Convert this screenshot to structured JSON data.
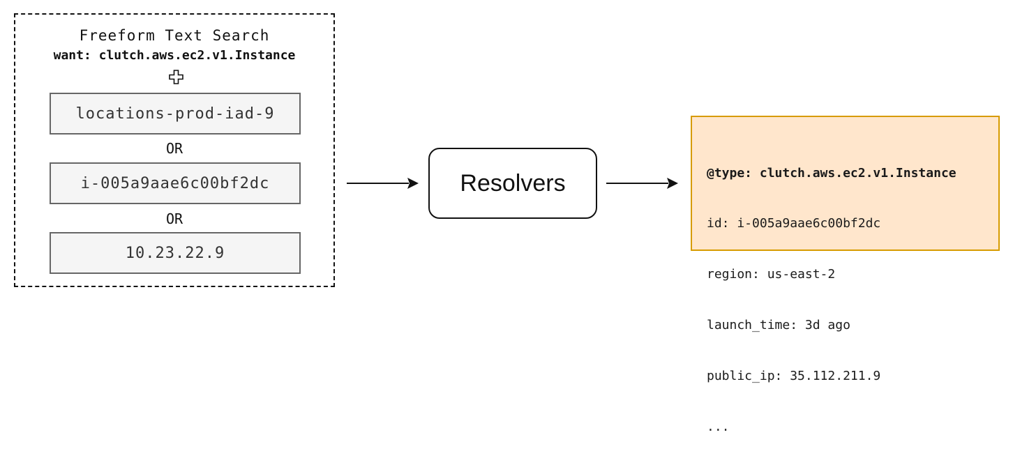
{
  "search_group": {
    "title": "Freeform Text Search",
    "want": "want: clutch.aws.ec2.v1.Instance",
    "queries": [
      "locations-prod-iad-9",
      "i-005a9aae6c00bf2dc",
      "10.23.22.9"
    ],
    "or_labels": [
      "OR",
      "OR"
    ]
  },
  "resolvers": {
    "label": "Resolvers"
  },
  "result": {
    "lines": [
      "@type: clutch.aws.ec2.v1.Instance",
      "id: i-005a9aae6c00bf2dc",
      "region: us-east-2",
      "launch_time: 3d ago",
      "public_ip: 35.112.211.9",
      "..."
    ],
    "border_color": "#d79b00",
    "fill_color": "#ffe6cc"
  },
  "icons": {
    "plus": "plus-icon",
    "arrows": [
      "arrow-right-icon",
      "arrow-right-icon"
    ]
  }
}
